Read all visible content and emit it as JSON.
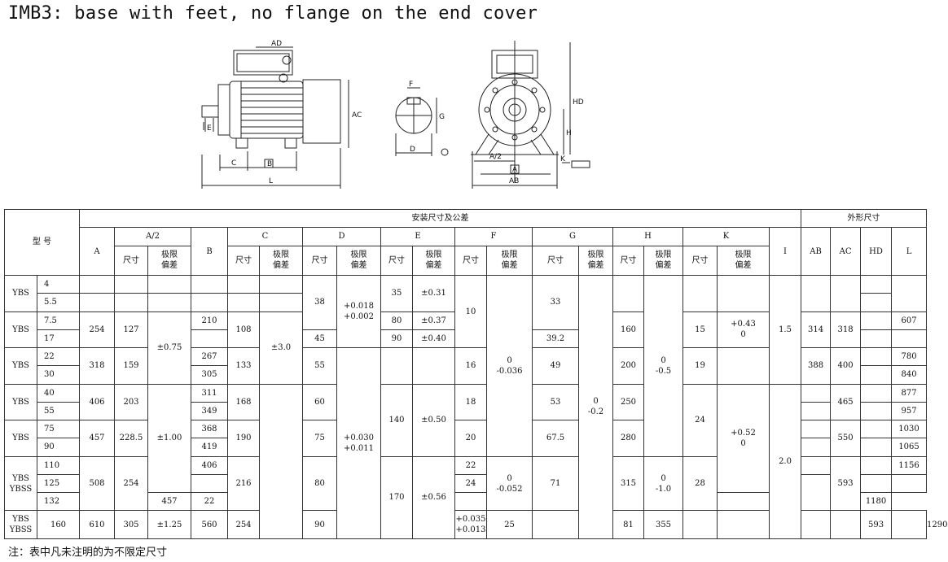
{
  "title": "IMB3: base with feet, no flange on the end cover",
  "drawing_labels": {
    "side": {
      "AD": "AD",
      "AC": "AC",
      "E": "E",
      "C": "C",
      "B": "B",
      "L": "L"
    },
    "shaft": {
      "F": "F",
      "G": "G",
      "D": "D"
    },
    "front": {
      "HD": "HD",
      "H": "H",
      "A2": "A/2",
      "A": "A",
      "AB": "AB",
      "K": "K"
    }
  },
  "table": {
    "group_install": "安装尺寸及公差",
    "group_outline": "外形尺寸",
    "model_header": "型 号",
    "col_A": "A",
    "col_A2": "A/2",
    "col_B": "B",
    "col_C": "C",
    "col_D": "D",
    "col_E": "E",
    "col_F": "F",
    "col_G": "G",
    "col_H": "H",
    "col_K": "K",
    "col_I": "I",
    "col_AB": "AB",
    "col_AC": "AC",
    "col_HD": "HD",
    "col_L": "L",
    "sub_size": "尺寸",
    "sub_tol_1": "极限",
    "sub_tol_2": "偏差",
    "ybs": "YBS",
    "ybss": "YBSS",
    "m1": "4",
    "m2": "5.5",
    "m3": "7.5",
    "m4": "17",
    "m5": "22",
    "m6": "30",
    "m7": "40",
    "m8": "55",
    "m9": "75",
    "m10": "90",
    "m11": "110",
    "m12": "125",
    "m13": "132",
    "m14": "160",
    "A_254": "254",
    "A_318": "318",
    "A_406": "406",
    "A_457": "457",
    "A_508": "508",
    "A_610": "610",
    "A2_127": "127",
    "A2_159": "159",
    "A2_203": "203",
    "A2_2285": "228.5",
    "A2_254": "254",
    "A2_305": "305",
    "A2t_075": "±0.75",
    "A2t_100": "±1.00",
    "A2t_125": "±1.25",
    "B_210": "210",
    "B_267": "267",
    "B_305": "305",
    "B_311": "311",
    "B_349": "349",
    "B_368": "368",
    "B_419": "419",
    "B_406": "406",
    "B_457": "457",
    "B_560": "560",
    "C_108": "108",
    "C_133": "133",
    "C_168": "168",
    "C_190": "190",
    "C_216": "216",
    "C_254": "254",
    "Ct_30": "±3.0",
    "D_38": "38",
    "D_45": "45",
    "D_55": "55",
    "D_60": "60",
    "D_75": "75",
    "D_80": "80",
    "D_90": "90",
    "Dt1a": "+0.018",
    "Dt1b": "+0.002",
    "Dt2a": "+0.030",
    "Dt2b": "+0.011",
    "Dt3a": "+0.035",
    "Dt3b": "+0.013",
    "E_35": "35",
    "E_80": "80",
    "E_90": "90",
    "E_140": "140",
    "E_170": "170",
    "Et_031": "±0.31",
    "Et_037": "±0.37",
    "Et_040": "±0.40",
    "Et_050": "±0.50",
    "Et_056": "±0.56",
    "F_10": "10",
    "F_16": "16",
    "F_18": "18",
    "F_20": "20",
    "F_22a": "22",
    "F_24": "24",
    "F_22b": "22",
    "F_25": "25",
    "Ft1a": "0",
    "Ft1b": "-0.036",
    "Ft2a": "0",
    "Ft2b": "-0.052",
    "G_33": "33",
    "G_392": "39.2",
    "G_49": "49",
    "G_53": "53",
    "G_675": "67.5",
    "G_71": "71",
    "G_81": "81",
    "Gta": "0",
    "Gtb": "-0.2",
    "H_160": "160",
    "H_200": "200",
    "H_250": "250",
    "H_280": "280",
    "H_315": "315",
    "H_355": "355",
    "Ht1a": "0",
    "Ht1b": "-0.5",
    "Ht2a": "0",
    "Ht2b": "-1.0",
    "K_15": "15",
    "K_19": "19",
    "K_24": "24",
    "K_28": "28",
    "Kt1a": "+0.43",
    "Kt1b": "0",
    "Kt2a": "+0.52",
    "Kt2b": "0",
    "I_15": "1.5",
    "I_20": "2.0",
    "AB_314": "314",
    "AB_388": "388",
    "AC_318": "318",
    "AC_400": "400",
    "AC_465": "465",
    "AC_550": "550",
    "AC_593a": "593",
    "AC_593b": "593",
    "L_607": "607",
    "L_780": "780",
    "L_840": "840",
    "L_877": "877",
    "L_957": "957",
    "L_1030": "1030",
    "L_1065": "1065",
    "L_1156": "1156",
    "L_1180": "1180",
    "L_1290": "1290"
  },
  "note": "注：表中凡未注明的为不限定尺寸"
}
